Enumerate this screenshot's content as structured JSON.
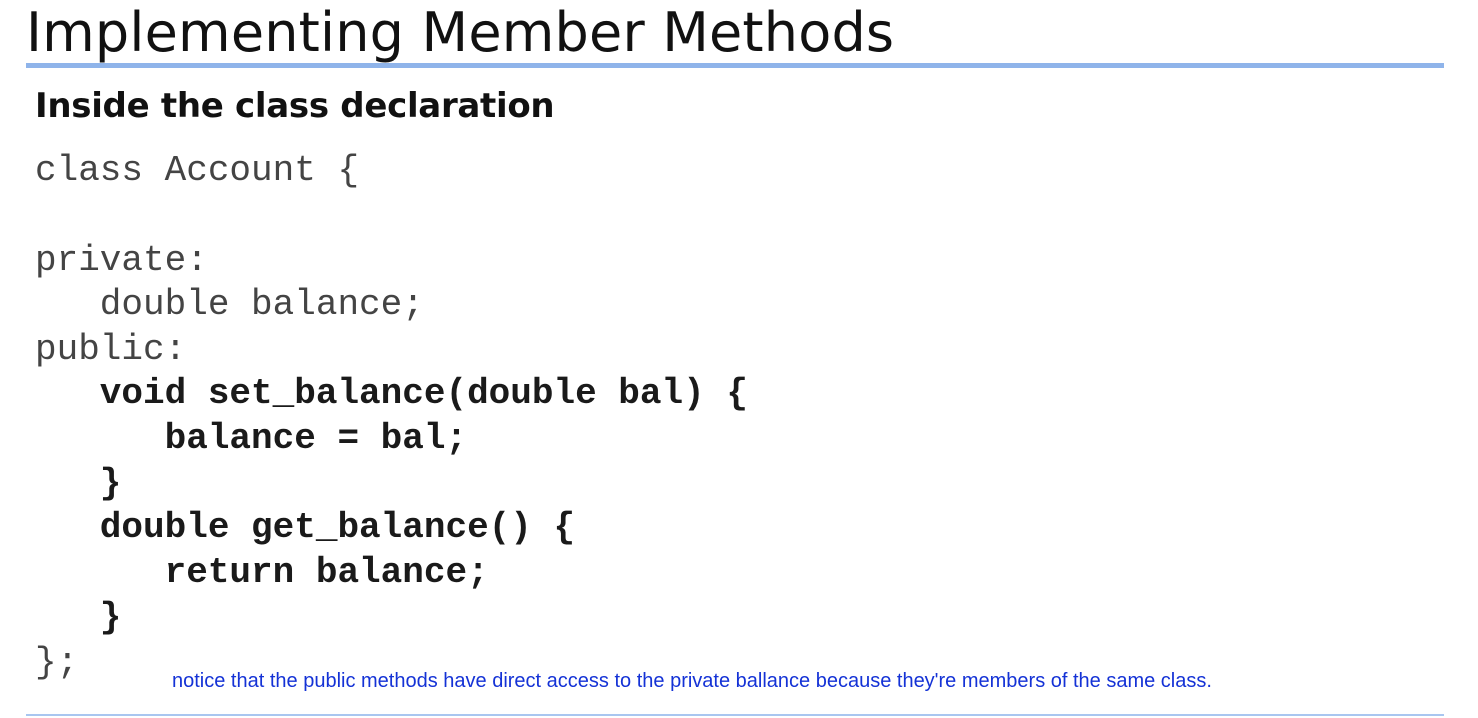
{
  "slide": {
    "title": "Implementing Member Methods",
    "subtitle": "Inside the class declaration"
  },
  "code": {
    "lines": [
      {
        "text": "class Account {",
        "bold": false
      },
      {
        "text": "",
        "bold": false
      },
      {
        "text": "private:",
        "bold": false
      },
      {
        "text": "   double balance;",
        "bold": false
      },
      {
        "text": "public:",
        "bold": false
      },
      {
        "text": "   void set_balance(double bal) {",
        "bold": true
      },
      {
        "text": "      balance = bal;",
        "bold": true
      },
      {
        "text": "   }",
        "bold": true
      },
      {
        "text": "   double get_balance() {",
        "bold": true
      },
      {
        "text": "      return balance;",
        "bold": true
      },
      {
        "text": "   }",
        "bold": true
      },
      {
        "text": "};",
        "bold": false
      }
    ]
  },
  "annotation": {
    "note": "notice that the public methods have direct access to the private ballance because they're members of the same class."
  },
  "colors": {
    "title_rule": "#8fb4ea",
    "note_text": "#1432d6"
  }
}
